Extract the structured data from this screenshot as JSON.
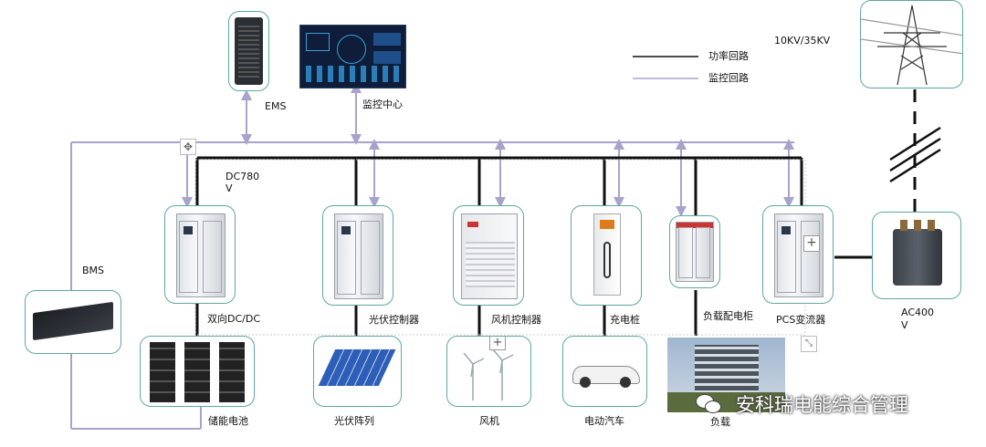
{
  "legend": {
    "power_loop": "功率回路",
    "monitor_loop": "监控回路",
    "grid_voltage": "10KV/35KV"
  },
  "labels": {
    "ems": "EMS",
    "monitor_center": "监控中心",
    "bms": "BMS",
    "dc_bus_line1": "DC780",
    "dc_bus_line2": "V",
    "dcdc": "双向DC/DC",
    "pv_controller": "光伏控制器",
    "wind_controller": "风机控制器",
    "charging_pile": "充电桩",
    "load_cabinet": "负载配电柜",
    "pcs": "PCS变流器",
    "ac_line1": "AC400",
    "ac_line2": "V",
    "battery": "储能电池",
    "pv_array": "光伏阵列",
    "wind_turbine": "风机",
    "ev": "电动汽车",
    "load": "负载"
  },
  "watermark": "安科瑞电能综合管理",
  "colors": {
    "power_line": "#111111",
    "monitor_line": "#a9a3cc",
    "box_border": "#5fa7a0"
  }
}
